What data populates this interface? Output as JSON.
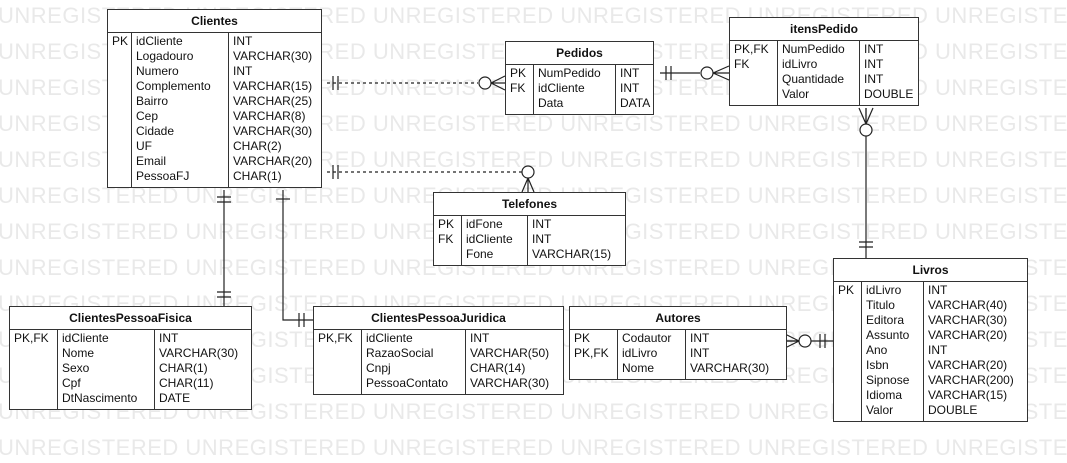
{
  "watermark": {
    "text": "UNREGISTERED",
    "rows": 13
  },
  "entities": {
    "clientes": {
      "title": "Clientes",
      "rows": [
        {
          "key": "PK",
          "name": "idCliente",
          "type": "INT"
        },
        {
          "key": "",
          "name": "Logadouro",
          "type": "VARCHAR(30)"
        },
        {
          "key": "",
          "name": "Numero",
          "type": "INT"
        },
        {
          "key": "",
          "name": "Complemento",
          "type": "VARCHAR(15)"
        },
        {
          "key": "",
          "name": "Bairro",
          "type": "VARCHAR(25)"
        },
        {
          "key": "",
          "name": "Cep",
          "type": "VARCHAR(8)"
        },
        {
          "key": "",
          "name": "Cidade",
          "type": "VARCHAR(30)"
        },
        {
          "key": "",
          "name": "UF",
          "type": "CHAR(2)"
        },
        {
          "key": "",
          "name": "Email",
          "type": "VARCHAR(20)"
        },
        {
          "key": "",
          "name": "PessoaFJ",
          "type": "CHAR(1)"
        }
      ]
    },
    "pedidos": {
      "title": "Pedidos",
      "rows": [
        {
          "key": "PK",
          "name": "NumPedido",
          "type": "INT"
        },
        {
          "key": "FK",
          "name": "idCliente",
          "type": "INT"
        },
        {
          "key": "",
          "name": "Data",
          "type": "DATA"
        }
      ]
    },
    "itensPedido": {
      "title": "itensPedido",
      "rows": [
        {
          "key": "PK,FK",
          "name": "NumPedido",
          "type": "INT"
        },
        {
          "key": "FK",
          "name": "idLivro",
          "type": "INT"
        },
        {
          "key": "",
          "name": "Quantidade",
          "type": "INT"
        },
        {
          "key": "",
          "name": "Valor",
          "type": "DOUBLE"
        }
      ]
    },
    "telefones": {
      "title": "Telefones",
      "rows": [
        {
          "key": "PK",
          "name": "idFone",
          "type": "INT"
        },
        {
          "key": "FK",
          "name": "idCliente",
          "type": "INT"
        },
        {
          "key": "",
          "name": "Fone",
          "type": "VARCHAR(15)"
        }
      ]
    },
    "livros": {
      "title": "Livros",
      "rows": [
        {
          "key": "PK",
          "name": "idLivro",
          "type": "INT"
        },
        {
          "key": "",
          "name": "Titulo",
          "type": "VARCHAR(40)"
        },
        {
          "key": "",
          "name": "Editora",
          "type": "VARCHAR(30)"
        },
        {
          "key": "",
          "name": "Assunto",
          "type": "VARCHAR(20)"
        },
        {
          "key": "",
          "name": "Ano",
          "type": "INT"
        },
        {
          "key": "",
          "name": "Isbn",
          "type": "VARCHAR(20)"
        },
        {
          "key": "",
          "name": "Sipnose",
          "type": "VARCHAR(200)"
        },
        {
          "key": "",
          "name": "Idioma",
          "type": "VARCHAR(15)"
        },
        {
          "key": "",
          "name": "Valor",
          "type": "DOUBLE"
        }
      ]
    },
    "clientesPessoaFisica": {
      "title": "ClientesPessoaFisica",
      "rows": [
        {
          "key": "PK,FK",
          "name": "idCliente",
          "type": "INT"
        },
        {
          "key": "",
          "name": "Nome",
          "type": "VARCHAR(30)"
        },
        {
          "key": "",
          "name": "Sexo",
          "type": "CHAR(1)"
        },
        {
          "key": "",
          "name": "Cpf",
          "type": "CHAR(11)"
        },
        {
          "key": "",
          "name": "DtNascimento",
          "type": "DATE"
        }
      ]
    },
    "clientesPessoaJuridica": {
      "title": "ClientesPessoaJuridica",
      "rows": [
        {
          "key": "PK,FK",
          "name": "idCliente",
          "type": "INT"
        },
        {
          "key": "",
          "name": "RazaoSocial",
          "type": "VARCHAR(50)"
        },
        {
          "key": "",
          "name": "Cnpj",
          "type": "CHAR(14)"
        },
        {
          "key": "",
          "name": "PessoaContato",
          "type": "VARCHAR(30)"
        }
      ]
    },
    "autores": {
      "title": "Autores",
      "rows": [
        {
          "key": "PK",
          "name": "Codautor",
          "type": "INT"
        },
        {
          "key": "PK,FK",
          "name": "idLivro",
          "type": "INT"
        },
        {
          "key": "",
          "name": "Nome",
          "type": "VARCHAR(30)"
        }
      ]
    }
  },
  "relationships": [
    {
      "from": "clientes",
      "to": "pedidos",
      "from_end": "one-and-only-one",
      "to_end": "zero-or-many",
      "style": "dashed"
    },
    {
      "from": "pedidos",
      "to": "itensPedido",
      "from_end": "one-and-only-one",
      "to_end": "zero-or-many",
      "style": "solid"
    },
    {
      "from": "clientes",
      "to": "telefones",
      "from_end": "one-and-only-one",
      "to_end": "zero-or-many",
      "style": "dashed"
    },
    {
      "from": "itensPedido",
      "to": "livros",
      "from_end": "zero-or-many",
      "to_end": "one-and-only-one",
      "style": "solid"
    },
    {
      "from": "clientes",
      "to": "clientesPessoaFisica",
      "from_end": "one-and-only-one",
      "to_end": "one-and-only-one",
      "style": "solid"
    },
    {
      "from": "clientes",
      "to": "clientesPessoaJuridica",
      "from_end": "one",
      "to_end": "one-and-only-one",
      "style": "solid"
    },
    {
      "from": "autores",
      "to": "livros",
      "from_end": "zero-or-many",
      "to_end": "one-and-only-one",
      "style": "solid"
    }
  ]
}
